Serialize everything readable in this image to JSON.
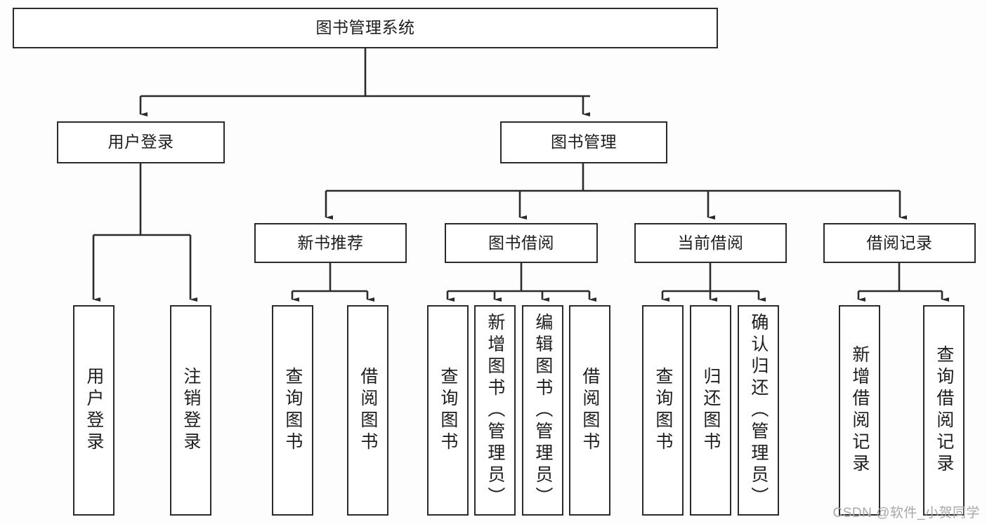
{
  "diagram": {
    "title": "图书管理系统",
    "type": "tree",
    "colors": {
      "border": "#2b2b2b",
      "fill": "#ffffff",
      "line": "#2b2b2b",
      "text": "#1d1d1d",
      "background": "#fdfdfd",
      "watermark": "#a8a8a8"
    },
    "nodes": {
      "root": "图书管理系统",
      "level2": {
        "user_login": "用户登录",
        "book_manage": "图书管理"
      },
      "level3": {
        "new_book_rec": "新书推荐",
        "book_borrow": "图书借阅",
        "current_borrow": "当前借阅",
        "borrow_record": "借阅记录"
      },
      "leaves": {
        "user_login_children": [
          "用户登录",
          "注销登录"
        ],
        "new_book_rec_children": [
          "查询图书",
          "借阅图书"
        ],
        "book_borrow_children": [
          "查询图书",
          "新增图书（管理员）",
          "编辑图书（管理员）",
          "借阅图书"
        ],
        "current_borrow_children": [
          "查询图书",
          "归还图书",
          "确认归还（管理员）"
        ],
        "borrow_record_children": [
          "新增借阅记录",
          "查询借阅记录"
        ]
      }
    },
    "watermark": "CSDN @软件_小贺同学"
  }
}
